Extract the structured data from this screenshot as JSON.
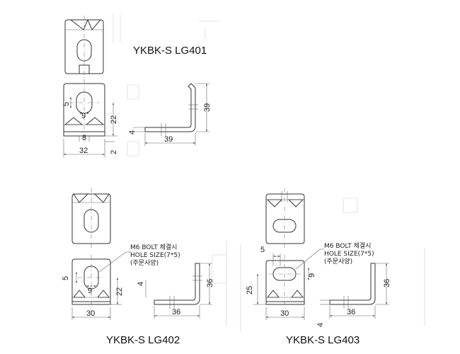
{
  "parts": {
    "lg401": {
      "title": "YKBK-S LG401",
      "dims": {
        "slot_height": "5",
        "slot_width": "9",
        "height": "22",
        "bottom_slot": "8",
        "width": "32",
        "thickness": "2",
        "side_height": "39",
        "side_length": "39",
        "side_thickness": "4"
      }
    },
    "lg402": {
      "title": "YKBK-S LG402",
      "note": [
        "M6 BOLT 체결시",
        "HOLE SIZE(7*5)",
        "(주문사양)"
      ],
      "dims": {
        "slot_height": "5",
        "slot_width": "9",
        "height": "22",
        "width": "30",
        "side_offset": "4",
        "side_height": "36",
        "side_length": "36"
      }
    },
    "lg403": {
      "title": "YKBK-S LG403",
      "note": [
        "M6 BOLT 체결시",
        "HOLE SIZE(7*5)",
        "(주문사양)"
      ],
      "dims": {
        "slot_width": "5",
        "slot_height": "9",
        "height": "25",
        "width": "30",
        "side_length": "36",
        "side_height": "36",
        "side_thickness": "4"
      }
    }
  }
}
